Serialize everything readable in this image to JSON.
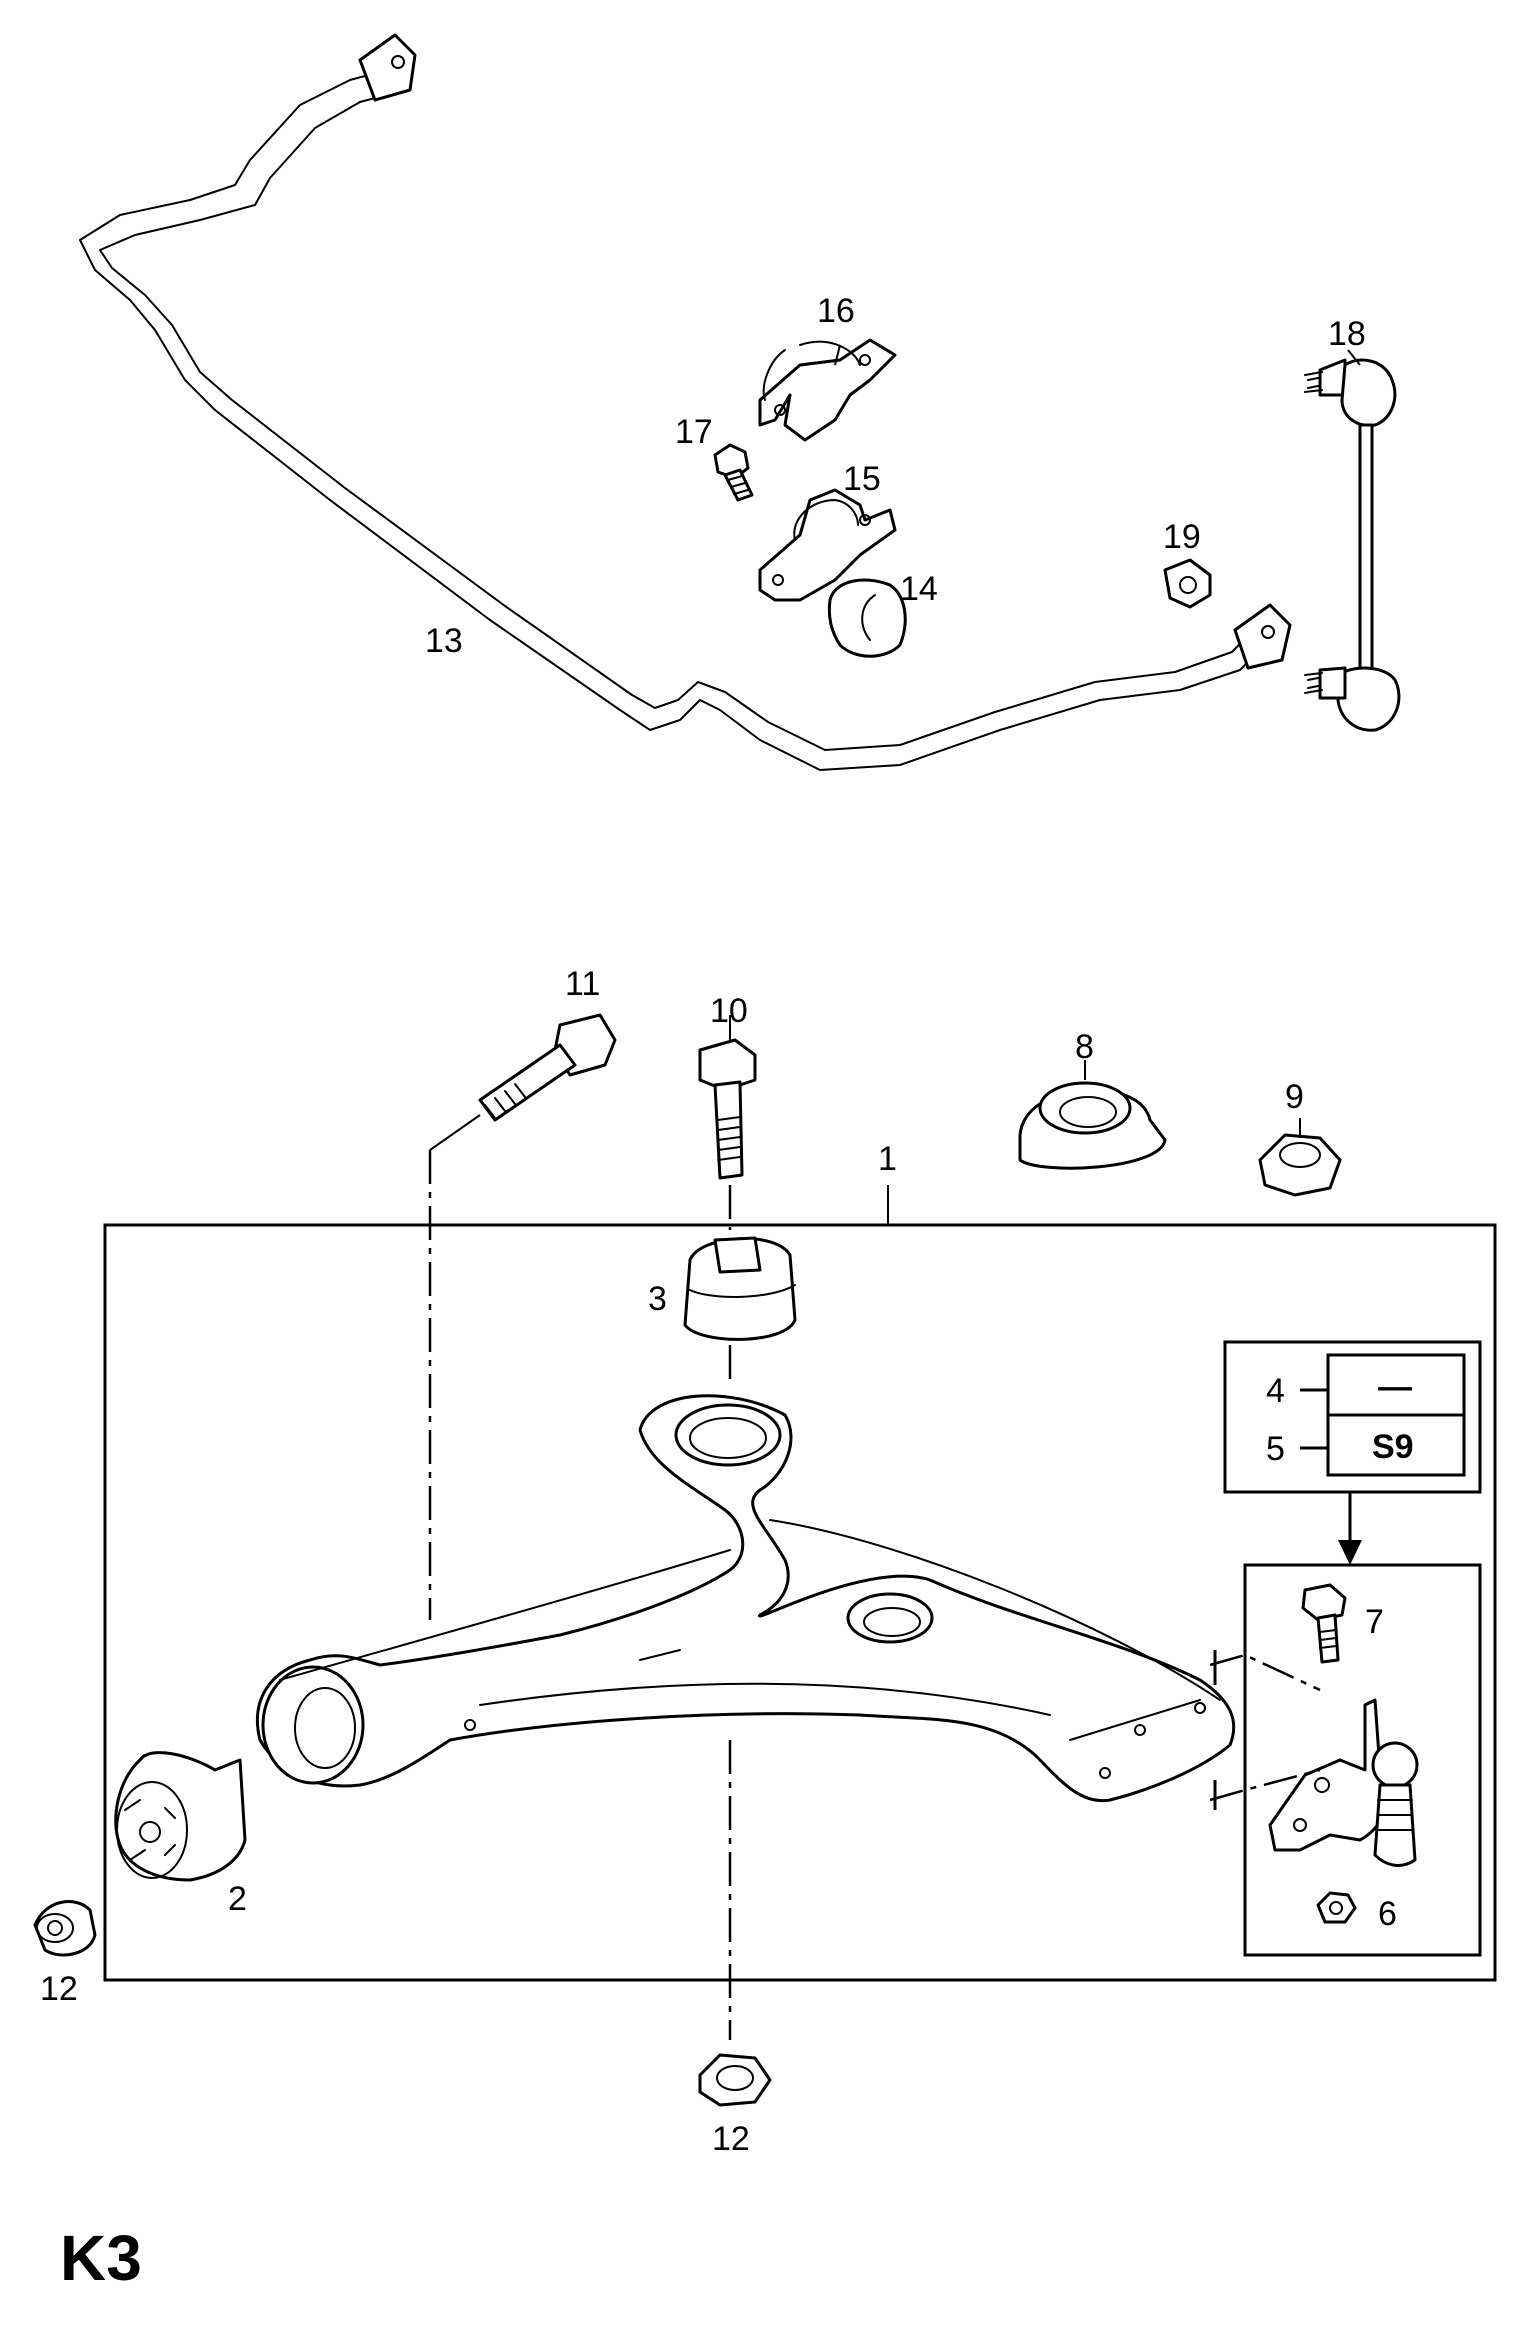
{
  "page_code": "K3",
  "callouts": {
    "c1": "1",
    "c2": "2",
    "c3": "3",
    "c4": "4",
    "c5": "5",
    "c6": "6",
    "c7": "7",
    "c8": "8",
    "c9": "9",
    "c10": "10",
    "c11": "11",
    "c12a": "12",
    "c12b": "12",
    "c13": "13",
    "c14": "14",
    "c15": "15",
    "c16": "16",
    "c17": "17",
    "c18": "18",
    "c19": "19"
  },
  "variant_table": {
    "row4": "—",
    "row5": "S9"
  }
}
